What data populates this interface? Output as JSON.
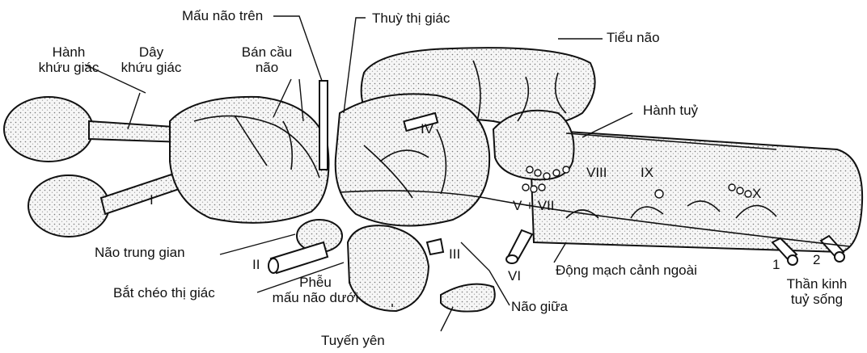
{
  "labels": {
    "mau_nao_tren": "Mấu não trên",
    "thuy_thi_giac": "Thuỳ thị giác",
    "tieu_nao": "Tiểu não",
    "hanh_khuu_giac": [
      "Hành",
      "khứu giác"
    ],
    "day_khuu_giac": [
      "Dây",
      "khứu giác"
    ],
    "ban_cau_nao": [
      "Bán cầu",
      "não"
    ],
    "hanh_tuy": "Hành tuỷ",
    "nao_trung_gian": "Não trung gian",
    "bat_cheo_thi_giac": "Bắt chéo thị giác",
    "pheu_mau_nao_duoi": [
      "Phễu",
      "mấu não dưới"
    ],
    "tuyen_yen": "Tuyến yên",
    "nao_giua": "Não giữa",
    "dong_mach": "Động mạch cảnh ngoài",
    "than_kinh_tuy_song": [
      "Thần kinh",
      "tuỷ sống"
    ]
  },
  "roman": {
    "i": "I",
    "ii": "II",
    "iii": "III",
    "iv": "IV",
    "vi": "VI",
    "v_vii": "V + VII",
    "viii": "VIII",
    "ix": "IX",
    "x": "X",
    "n1": "1",
    "n2": "2"
  },
  "colors": {
    "ink": "#111111",
    "tissue": "#f4f4f4",
    "shade": "#d8d8d8"
  }
}
